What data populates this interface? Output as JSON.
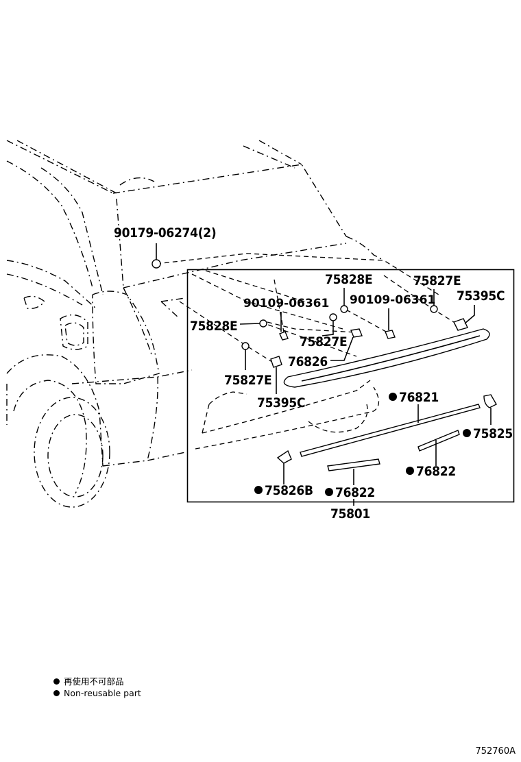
{
  "labels": {
    "bolt_top": "90179-06274(2)",
    "cushion_e_upper": "75828E",
    "clip_e_upper_right": "75827E",
    "clip_c_upper_right": "75395C",
    "screw_left": "90109-06361",
    "screw_right": "90109-06361",
    "cushion_e_left": "75828E",
    "clip_e_mid": "75827E",
    "spoiler_clip": "76826",
    "clip_e_lower_left": "75827E",
    "clip_c_lower": "75395C",
    "spoiler_moulding_upper": "76821",
    "end_piece_right": "75825",
    "spoiler_moulding_right": "76822",
    "end_piece_left": "75826B",
    "spoiler_moulding_lower": "76822",
    "assembly": "75801"
  },
  "legend": {
    "line_ja": "再使用不可部品",
    "line_en": "Non-reusable part"
  },
  "figure_code": "752760A"
}
